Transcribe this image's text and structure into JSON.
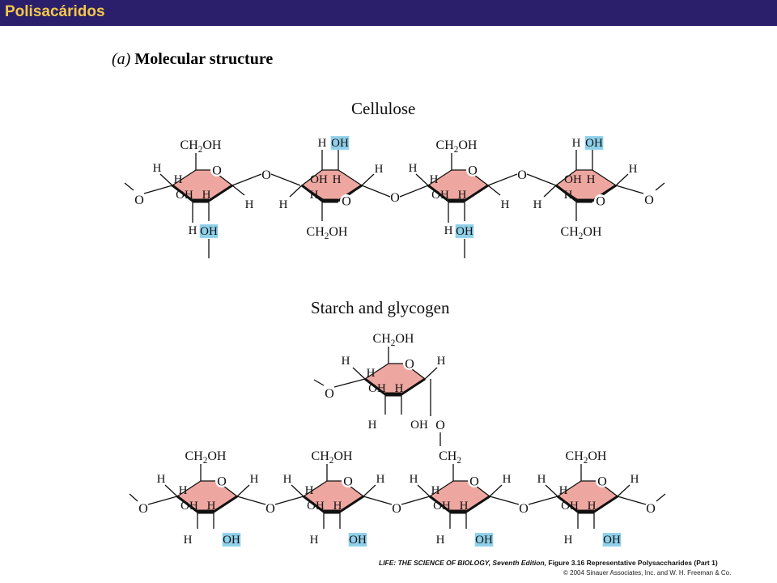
{
  "header": {
    "title": "Polisacáridos"
  },
  "figure": {
    "part_letter": "(a)",
    "part_title": "Molecular structure",
    "cellulose_title": "Cellulose",
    "starch_title": "Starch and glycogen",
    "credit_italic": "LIFE: THE SCIENCE OF BIOLOGY, Seventh Edition,",
    "credit_plain": " Figure 3.16 Representative Polysaccharides (Part 1)",
    "copyright": "© 2004 Sinauer Associates, Inc. and W. H. Freeman & Co."
  },
  "labels": {
    "h": "H",
    "oh": "OH",
    "o": "O",
    "ch2oh": "CH2OH",
    "ch2": "CH2"
  },
  "colors": {
    "header_bg": "#2b1f6b",
    "header_text": "#f2c84b",
    "ring_fill": "#eea7a0",
    "highlight": "#8fd0ea"
  }
}
